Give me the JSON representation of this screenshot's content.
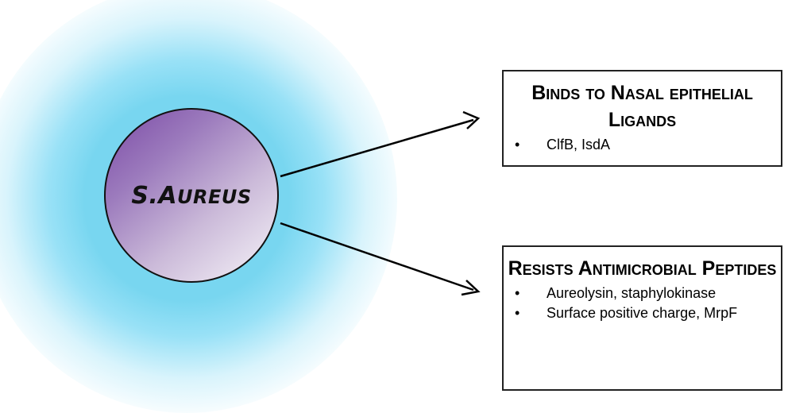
{
  "organism": {
    "first": "S.",
    "initial": "A",
    "rest": "UREUS"
  },
  "boxes": [
    {
      "title": "Binds to Nasal epithelial Ligands",
      "bullets": [
        "ClfB, IsdA"
      ]
    },
    {
      "title": "Resists Antimicrobial Peptides",
      "bullets": [
        "Aureolysin, staphylokinase",
        "Surface positive charge, MrpF"
      ]
    }
  ],
  "bullet_symbol": "•",
  "colors": {
    "glow": "#78d6f0",
    "cell_dark": "#7b4aa6",
    "cell_light": "#f7f5f9",
    "outline": "#111111"
  }
}
